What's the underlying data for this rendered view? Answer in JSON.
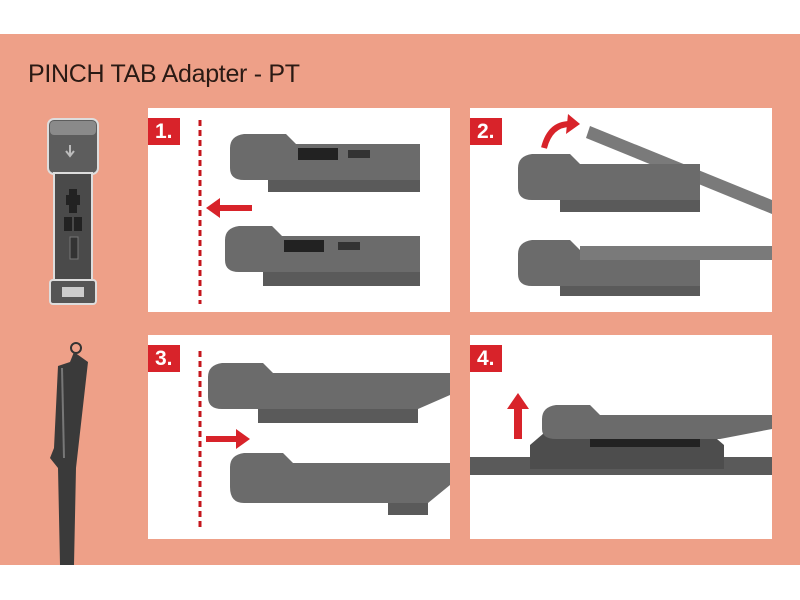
{
  "title": "PINCH TAB Adapter - PT",
  "steps": [
    {
      "label": "1."
    },
    {
      "label": "2."
    },
    {
      "label": "3."
    },
    {
      "label": "4."
    }
  ],
  "colors": {
    "background": "#eea088",
    "accent": "#d8232a",
    "part": "#6b6b6b"
  }
}
